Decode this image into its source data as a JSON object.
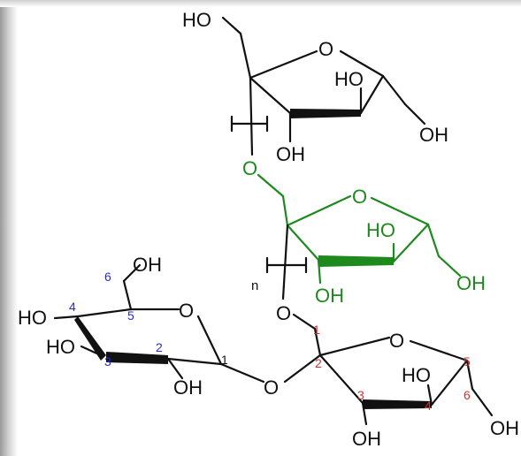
{
  "colors": {
    "black": "#111111",
    "green": "#1e8a1e",
    "blue": "#2a2ad0",
    "red": "#d23232"
  },
  "labels": {
    "top_ho": "HO",
    "top_o": "O",
    "top_ho_right": "HO",
    "top_oh_right": "OH",
    "top_oh_bottom": "OH",
    "link_o_green": "O",
    "mid_o": "O",
    "mid_ho": "HO",
    "mid_oh_bottom": "OH",
    "mid_oh_right": "OH",
    "repeat_n": "n",
    "link_o_black": "O",
    "left_oh_top": "OH",
    "left_ring_o": "O",
    "left_ho_1": "HO",
    "left_ho_2": "HO",
    "left_oh_bottom": "OH",
    "glyco_o": "O",
    "fru_ring_o": "O",
    "fru_ho": "HO",
    "fru_oh_bottom": "OH",
    "fru_oh_right": "OH"
  },
  "blue_numbers": [
    "6",
    "4",
    "5",
    "3",
    "2"
  ],
  "black_numbers": [
    "1"
  ],
  "red_numbers": [
    "1",
    "2",
    "3",
    "4",
    "5",
    "6"
  ]
}
